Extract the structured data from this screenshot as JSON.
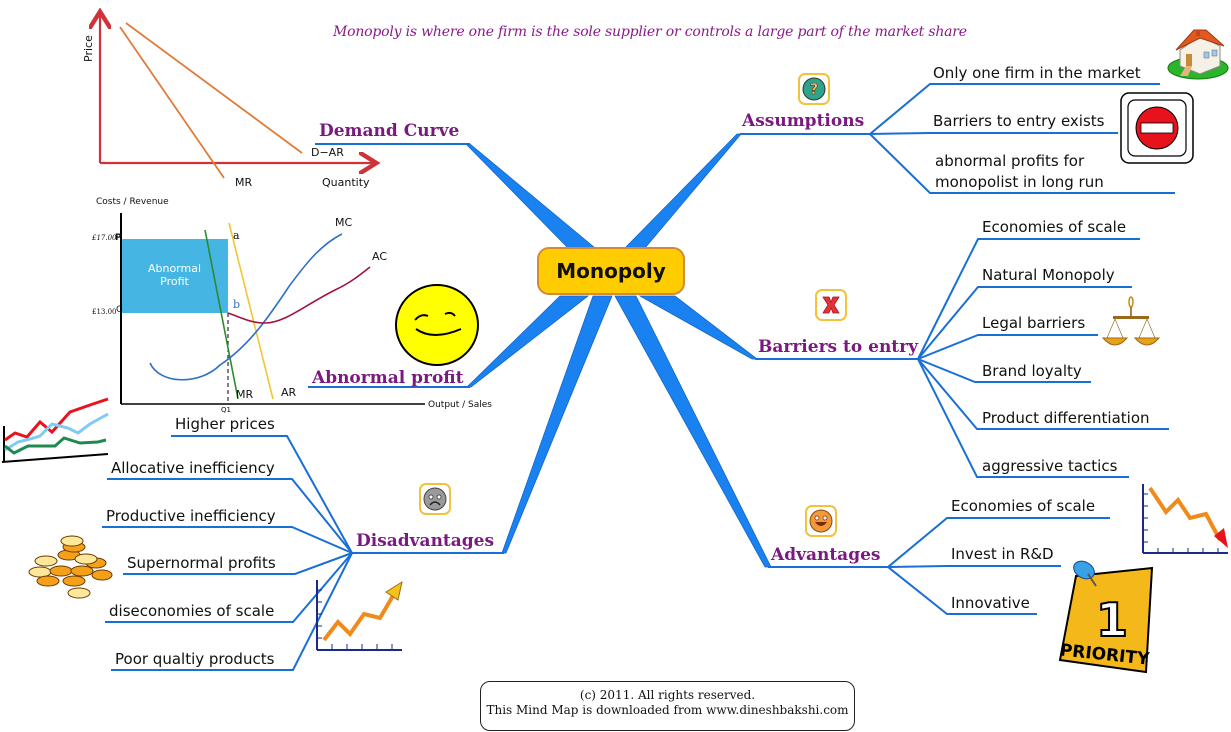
{
  "tagline": "Monopoly is where one firm is the sole supplier or controls a large part of the market share",
  "central_topic": "Monopoly",
  "colors": {
    "branch_text": "#7a1a80",
    "connector": "#1a7ee8",
    "central_fill": "#ffcc00",
    "central_border": "#d08a3a",
    "tagline": "#8b1a8b"
  },
  "branches": {
    "demand_curve": {
      "label": "Demand Curve",
      "graph": {
        "y_axis_label": "Price",
        "x_axis_label": "Quantity",
        "demand_label": "D−AR",
        "mr_label": "MR"
      }
    },
    "abnormal_profit": {
      "label": "Abnormal profit",
      "graph": {
        "y_axis_label": "Costs / Revenue",
        "x_axis_label": "Output / Sales",
        "price_tick": "£17.00",
        "price_letter": "P",
        "cost_tick": "£13.00",
        "cost_letter": "C",
        "region_label_line1": "Abnormal",
        "region_label_line2": "Profit",
        "point_a": "a",
        "point_b": "b",
        "mc_label": "MC",
        "ac_label": "AC",
        "mr_label": "MR",
        "ar_label": "AR",
        "q_label": "Q1"
      }
    },
    "assumptions": {
      "label": "Assumptions",
      "icon": "question-icon",
      "items": [
        "Only one firm in the market",
        "Barriers to entry exists",
        "abnormal profits for",
        "monopolist in long run"
      ]
    },
    "barriers": {
      "label": "Barriers to entry",
      "icon": "x-mark-icon",
      "items": [
        "Economies of scale",
        "Natural Monopoly",
        "Legal barriers",
        "Brand loyalty",
        "Product differentiation",
        "aggressive tactics"
      ]
    },
    "advantages": {
      "label": "Advantages",
      "icon": "happy-face-icon",
      "items": [
        "Economies of scale",
        "Invest in R&D",
        "Innovative"
      ]
    },
    "disadvantages": {
      "label": "Disadvantages",
      "icon": "sad-face-icon",
      "items": [
        "Higher prices",
        "Allocative inefficiency",
        "Productive inefficiency",
        "Supernormal profits",
        "diseconomies of scale",
        "Poor qualtiy products"
      ]
    }
  },
  "clipart": {
    "priority_note_number": "1",
    "priority_note_text": "PRIORITY"
  },
  "footer": {
    "line1": "(c) 2011. All rights reserved.",
    "line2": "This Mind Map is downloaded from www.dineshbakshi.com"
  }
}
